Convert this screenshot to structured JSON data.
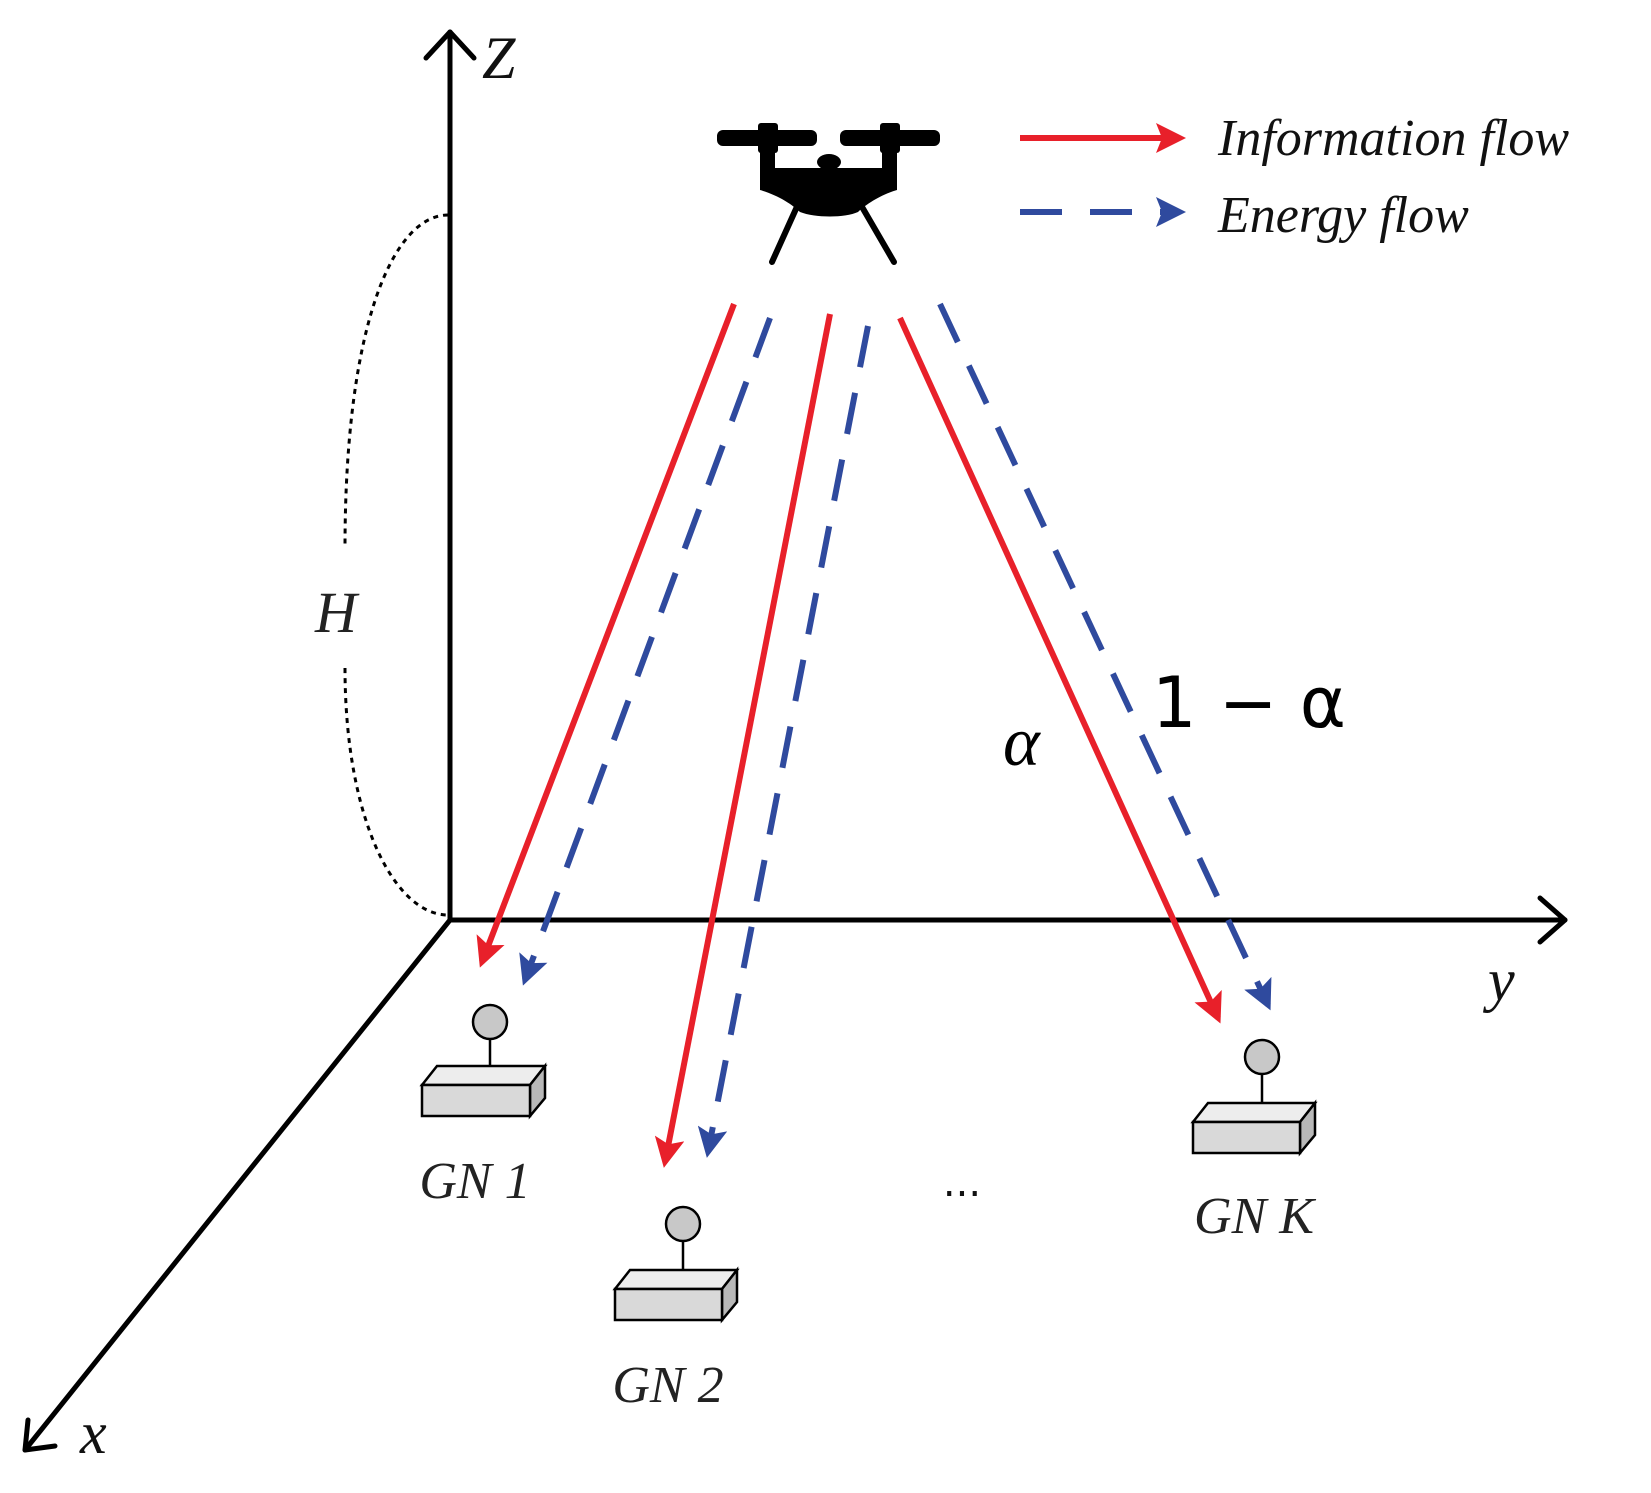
{
  "axes": {
    "z_label": "Z",
    "y_label": "y",
    "x_label": "x",
    "height_label": "H"
  },
  "legend": {
    "info_label": "Information flow",
    "energy_label": "Energy flow"
  },
  "split": {
    "info_share": "α",
    "energy_share": "1 − α"
  },
  "nodes": {
    "gn1": "GN 1",
    "gn2": "GN 2",
    "gnk": "GN K",
    "ellipsis": "..."
  },
  "colors": {
    "info": "#e8202a",
    "energy": "#2f4a9e",
    "axis": "#000000",
    "node_fill": "#d9d9d9"
  }
}
